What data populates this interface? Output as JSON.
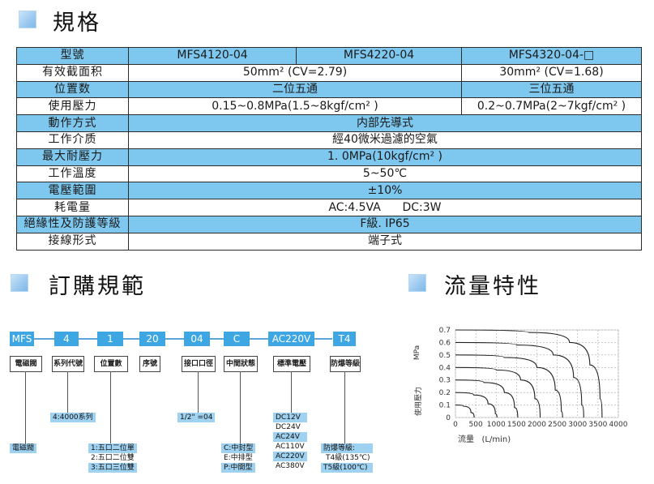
{
  "sections": {
    "spec_title": "規格",
    "order_title": "訂購規範",
    "flow_title": "流量特性"
  },
  "spec_table": {
    "header": {
      "label": "型號",
      "col1": "MFS4120-04",
      "col2": "MFS4220-04",
      "col3": "MFS4320-04-□"
    },
    "rows": [
      {
        "label": "有效截面积",
        "value_a": "50mm² (CV=2.79)",
        "value_b": "30mm² (CV=1.68)"
      },
      {
        "label": "位置数",
        "value_a": "二位五通",
        "value_b": "三位五通"
      },
      {
        "label": "使用壓力",
        "value_a": "0.15~0.8MPa(1.5~8kgf/cm² )",
        "value_b": "0.2~0.7MPa(2~7kgf/cm² )"
      },
      {
        "label": "動作方式",
        "value": "内部先導式"
      },
      {
        "label": "工作介质",
        "value": "經40微米過濾的空氣"
      },
      {
        "label": "最大耐壓力",
        "value": "1. 0MPa(10kgf/cm² )"
      },
      {
        "label": "工作溫度",
        "value": "5~50℃"
      },
      {
        "label": "電壓範圍",
        "value": "±10%"
      },
      {
        "label": "耗電量",
        "value": "AC:4.5VA      DC:3W"
      },
      {
        "label": "絕緣性及防護等級",
        "value": "F級. IP65"
      },
      {
        "label": "接線形式",
        "value": "端子式"
      }
    ]
  },
  "order_code": {
    "codes": [
      "MFS",
      "4",
      "1",
      "20",
      "04",
      "C",
      "AC220V",
      "T4"
    ],
    "captions": [
      "電磁閥",
      "系列代號",
      "位置數",
      "序號",
      "接口口徑",
      "中間狀態",
      "標準電壓",
      "防爆等級"
    ],
    "series_option": "4:4000系列",
    "product_option": "電磁閥",
    "position_options": [
      "1:五口二位單",
      "2:五口二位雙",
      "3:五口三位雙"
    ],
    "port_option": "1/2\" =04",
    "center_options": [
      "C:中封型",
      "E:中排型",
      "P:中開型"
    ],
    "voltage_options": [
      "DC12V",
      "DC24V",
      "AC24V",
      "AC110V",
      "AC220V",
      "AC380V"
    ],
    "explosion_title": "防爆等級:",
    "explosion_options": [
      "T4級(135℃)",
      "T5級(100℃)"
    ]
  },
  "chart_data": {
    "type": "line",
    "title": "",
    "xlabel": "流量   (L/min)",
    "ylabel": "使用壓力",
    "y_unit": "MPa",
    "xlim": [
      0,
      4000
    ],
    "ylim": [
      0,
      0.7
    ],
    "x_ticks": [
      0,
      500,
      1000,
      1500,
      2000,
      2500,
      3000,
      3500,
      4000
    ],
    "y_ticks": [
      0,
      0.1,
      0.2,
      0.3,
      0.4,
      0.5,
      0.6,
      0.7
    ],
    "grid": true,
    "series": [
      {
        "values": [
          [
            0,
            0.7
          ],
          [
            1800,
            0.68
          ],
          [
            2800,
            0.6
          ],
          [
            3300,
            0.42
          ],
          [
            3550,
            0.15
          ],
          [
            3600,
            0
          ]
        ]
      },
      {
        "values": [
          [
            0,
            0.6
          ],
          [
            1500,
            0.58
          ],
          [
            2400,
            0.5
          ],
          [
            2900,
            0.32
          ],
          [
            3100,
            0.1
          ],
          [
            3150,
            0
          ]
        ]
      },
      {
        "values": [
          [
            0,
            0.5
          ],
          [
            1200,
            0.48
          ],
          [
            2000,
            0.4
          ],
          [
            2450,
            0.22
          ],
          [
            2600,
            0.05
          ],
          [
            2630,
            0
          ]
        ]
      },
      {
        "values": [
          [
            0,
            0.4
          ],
          [
            1000,
            0.38
          ],
          [
            1600,
            0.3
          ],
          [
            1950,
            0.15
          ],
          [
            2080,
            0
          ]
        ]
      },
      {
        "values": [
          [
            0,
            0.3
          ],
          [
            700,
            0.28
          ],
          [
            1200,
            0.2
          ],
          [
            1450,
            0.08
          ],
          [
            1530,
            0
          ]
        ]
      },
      {
        "values": [
          [
            0,
            0.2
          ],
          [
            450,
            0.18
          ],
          [
            800,
            0.11
          ],
          [
            980,
            0.03
          ],
          [
            1020,
            0
          ]
        ]
      },
      {
        "values": [
          [
            0,
            0.1
          ],
          [
            200,
            0.09
          ],
          [
            380,
            0.04
          ],
          [
            460,
            0
          ]
        ]
      }
    ]
  },
  "colors": {
    "table_blue": "#7ec7ee",
    "code_blue": "#3ea7e3",
    "option_blue": "#9fd1f1"
  },
  "icons": [
    "section-square-icon"
  ]
}
